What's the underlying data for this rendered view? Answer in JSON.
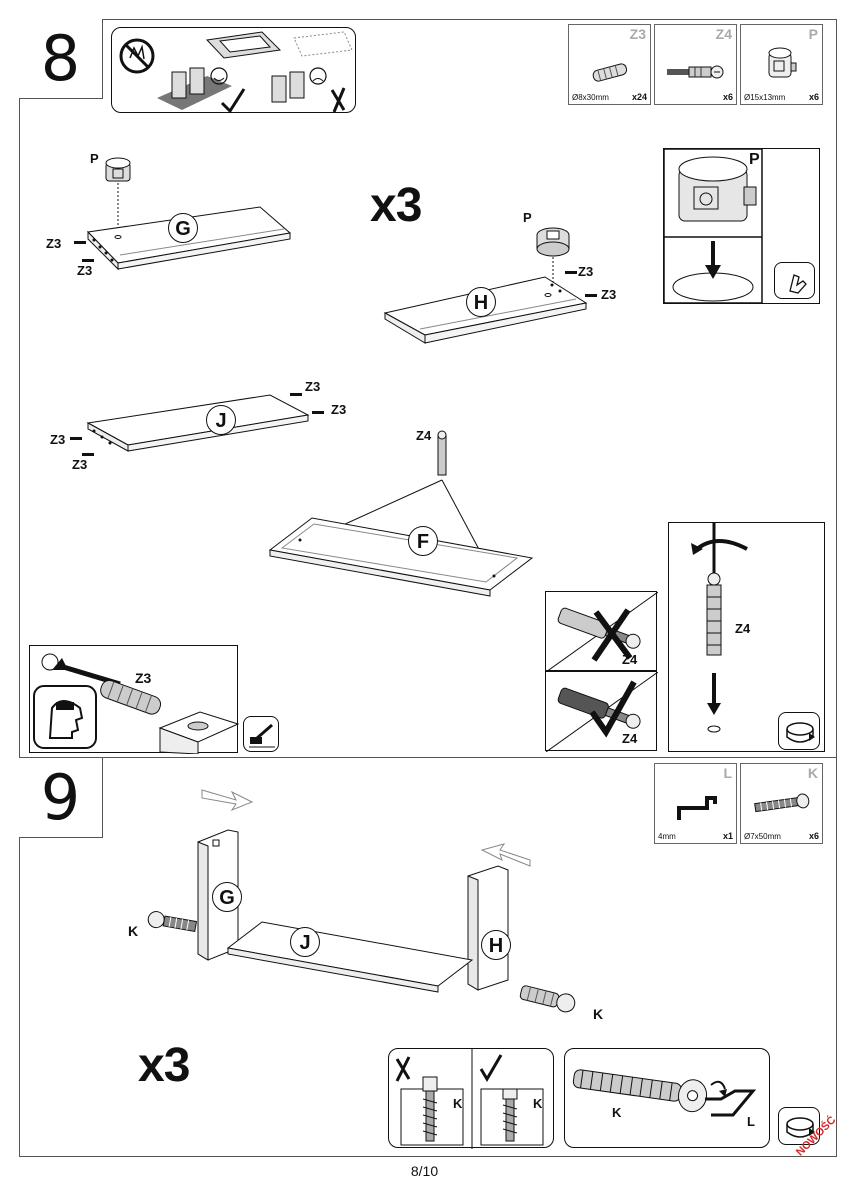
{
  "page": {
    "number": "8/10",
    "badge": "NOWOŚĆ"
  },
  "step8": {
    "number": "8",
    "multiplier": "x3",
    "parts": [
      {
        "code": "Z3",
        "dim": "Ø8x30mm",
        "qty": "x24"
      },
      {
        "code": "Z4",
        "dim": "",
        "qty": "x6"
      },
      {
        "code": "P",
        "dim": "Ø15x13mm",
        "qty": "x6"
      }
    ],
    "boards": {
      "g": "G",
      "h": "H",
      "j": "J",
      "f": "F"
    },
    "labels": {
      "p": "P",
      "z3": "Z3",
      "z4": "Z4"
    }
  },
  "step9": {
    "number": "9",
    "multiplier": "x3",
    "parts": [
      {
        "code": "L",
        "dim": "4mm",
        "qty": "x1"
      },
      {
        "code": "K",
        "dim": "Ø7x50mm",
        "qty": "x6"
      }
    ],
    "boards": {
      "g": "G",
      "j": "J",
      "h": "H"
    },
    "labels": {
      "k": "K",
      "l": "L"
    }
  }
}
